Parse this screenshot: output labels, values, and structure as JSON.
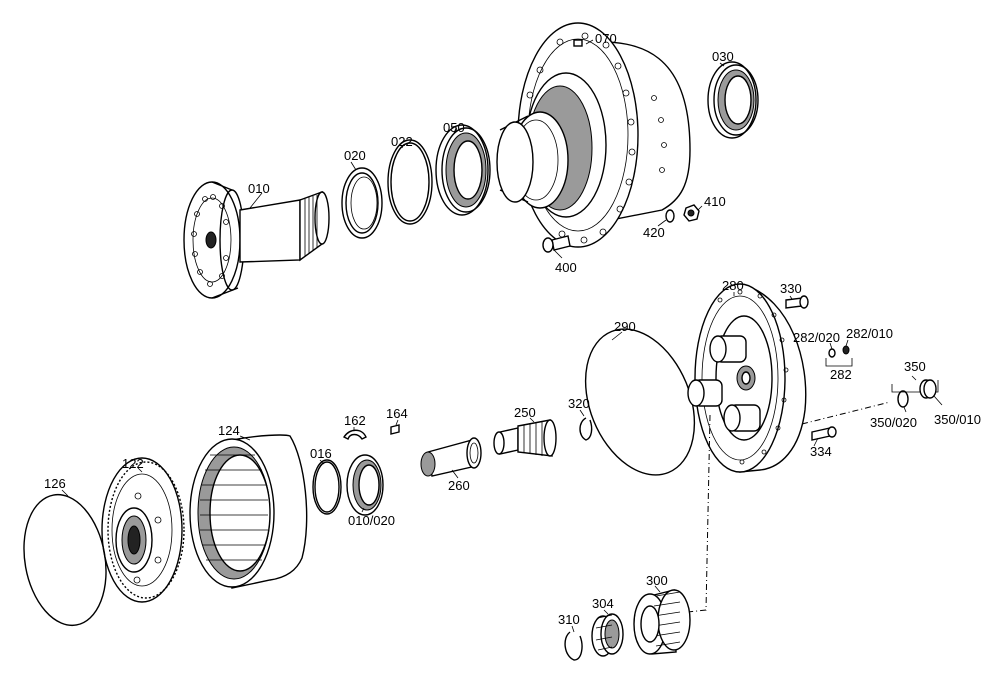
{
  "labels": {
    "p010": "010",
    "p020": "020",
    "p022": "022",
    "p050": "050",
    "p070": "070",
    "p030": "030",
    "p410": "410",
    "p420": "420",
    "p400": "400",
    "p280": "280",
    "p330": "330",
    "p282_020": "282/020",
    "p282_010": "282/010",
    "p282": "282",
    "p350": "350",
    "p350_020": "350/020",
    "p350_010": "350/010",
    "p334": "334",
    "p290": "290",
    "p320": "320",
    "p250": "250",
    "p260": "260",
    "p164": "164",
    "p162": "162",
    "p016": "016",
    "p010_020": "010/020",
    "p124": "124",
    "p122": "122",
    "p126": "126",
    "p300": "300",
    "p304": "304",
    "p310": "310"
  }
}
